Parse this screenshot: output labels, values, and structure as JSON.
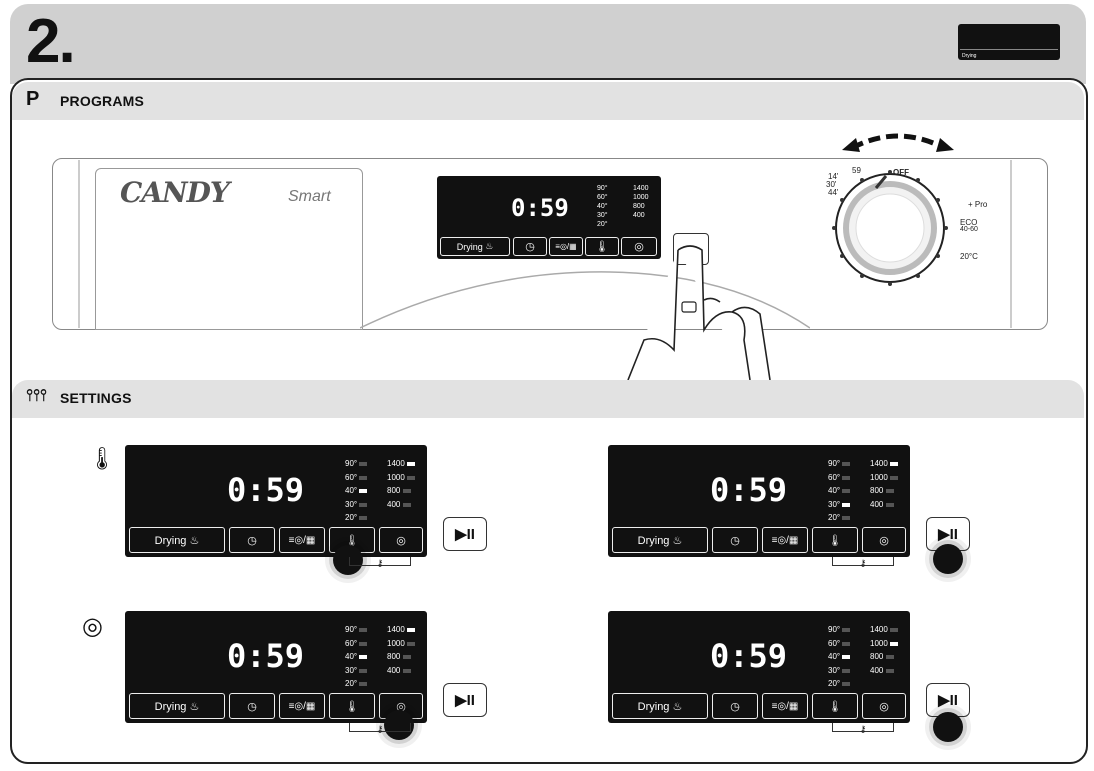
{
  "step_number": "2.",
  "programs": {
    "letter": "P",
    "title": "PROGRAMS"
  },
  "settings": {
    "title": "SETTINGS"
  },
  "brand": {
    "name": "CANDY",
    "model": "Smart"
  },
  "panel": {
    "time": "0:59",
    "drying_label": "Drying",
    "temps": [
      "90°",
      "60°",
      "40°",
      "30°",
      "20°"
    ],
    "spins": [
      "1400",
      "1000",
      "800",
      "400"
    ]
  },
  "dial": {
    "off": "OFF",
    "pro": "+ Pro",
    "eco": "ECO",
    "eco_sub": "40-60",
    "cold": "20°C",
    "quick_top": "14'",
    "quick_mid": "30'",
    "quick_bot": "44'",
    "fifty": "59"
  },
  "play_label": "▶II",
  "examples": [
    {
      "row": "temperature",
      "selected_temp": "40°",
      "selected_spin": "1400"
    },
    {
      "row": "temperature",
      "selected_temp": "30°",
      "selected_spin": "1400"
    },
    {
      "row": "spin",
      "selected_temp": "40°",
      "selected_spin": "1400"
    },
    {
      "row": "spin",
      "selected_temp": "40°",
      "selected_spin": "1000"
    }
  ],
  "colors": {
    "panel": "#111111",
    "header": "#d0d0d0",
    "section": "#e2e2e2"
  }
}
